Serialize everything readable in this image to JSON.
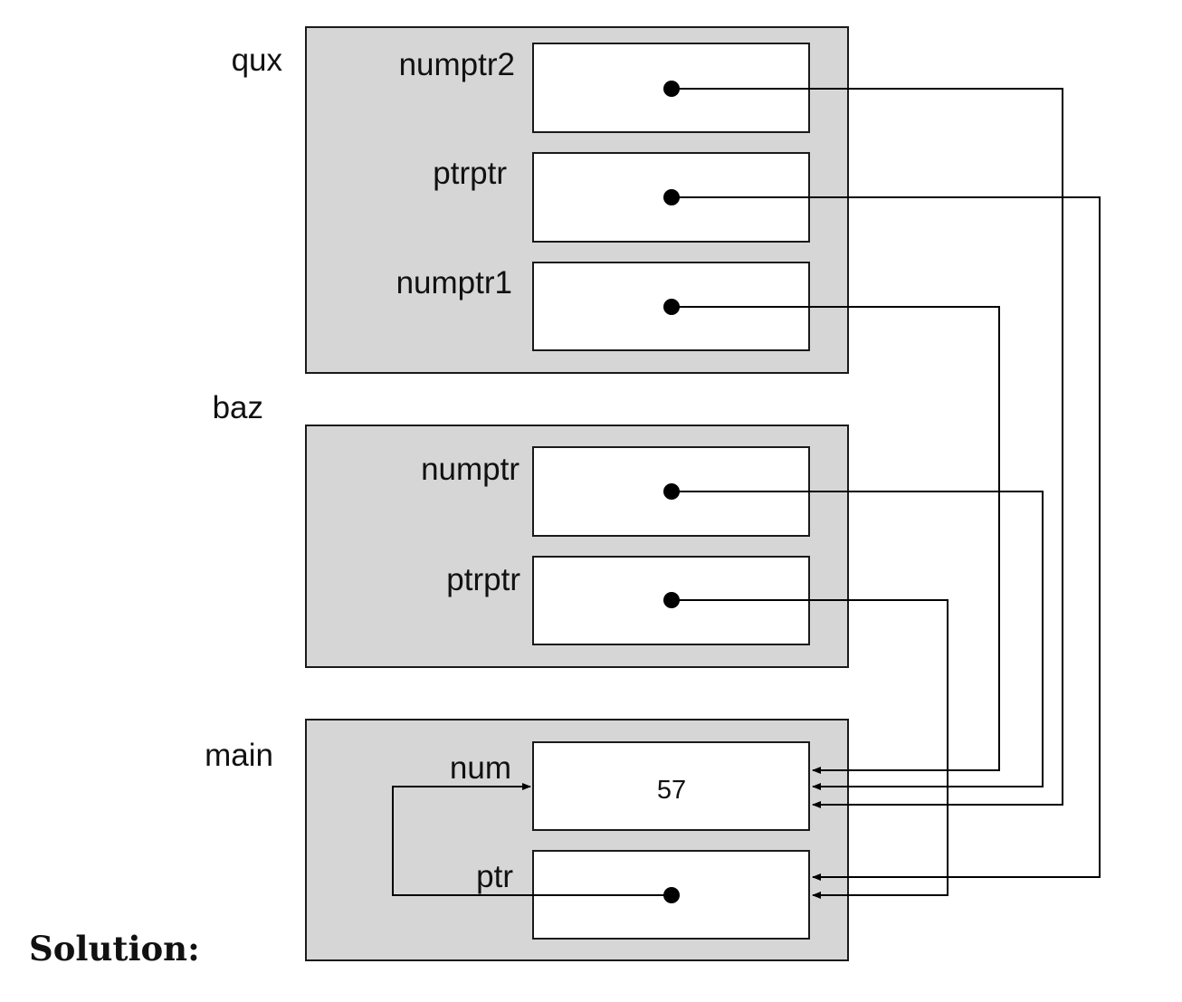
{
  "solution_label": "Solution:",
  "frames": {
    "qux": {
      "name": "qux",
      "vars": {
        "numptr2": {
          "label": "numptr2",
          "value_kind": "pointer",
          "points_to": "main.num"
        },
        "ptrptr": {
          "label": "ptrptr",
          "value_kind": "pointer",
          "points_to": "main.ptr"
        },
        "numptr1": {
          "label": "numptr1",
          "value_kind": "pointer",
          "points_to": "main.num"
        }
      }
    },
    "baz": {
      "name": "baz",
      "vars": {
        "numptr": {
          "label": "numptr",
          "value_kind": "pointer",
          "points_to": "main.num"
        },
        "ptrptr": {
          "label": "ptrptr",
          "value_kind": "pointer",
          "points_to": "main.ptr"
        }
      }
    },
    "main": {
      "name": "main",
      "vars": {
        "num": {
          "label": "num",
          "value": "57"
        },
        "ptr": {
          "label": "ptr",
          "value_kind": "pointer",
          "points_to": "main.num"
        }
      }
    }
  },
  "colors": {
    "frame_fill": "#d6d6d6",
    "cell_fill": "#ffffff",
    "line": "#000000"
  }
}
